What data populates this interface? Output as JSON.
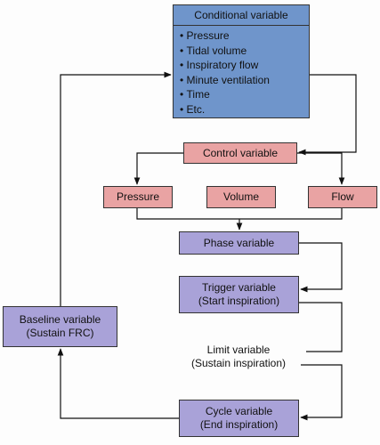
{
  "conditional": {
    "title": "Conditional variable",
    "items": [
      "Pressure",
      "Tidal volume",
      "Inspiratory flow",
      "Minute ventilation",
      "Time",
      "Etc."
    ]
  },
  "control": {
    "label": "Control variable"
  },
  "pressure": {
    "label": "Pressure"
  },
  "volume": {
    "label": "Volume"
  },
  "flow": {
    "label": "Flow"
  },
  "phase": {
    "label": "Phase variable"
  },
  "trigger": {
    "line1": "Trigger variable",
    "line2": "(Start inspiration)"
  },
  "limit": {
    "line1": "Limit variable",
    "line2": "(Sustain inspiration)"
  },
  "cycle": {
    "line1": "Cycle variable",
    "line2": "(End inspiration)"
  },
  "baseline": {
    "line1": "Baseline variable",
    "line2": "(Sustain FRC)"
  },
  "colors": {
    "conditional": "#6f95cb",
    "control": "#e9a3a3",
    "phase": "#a9a2d8"
  }
}
